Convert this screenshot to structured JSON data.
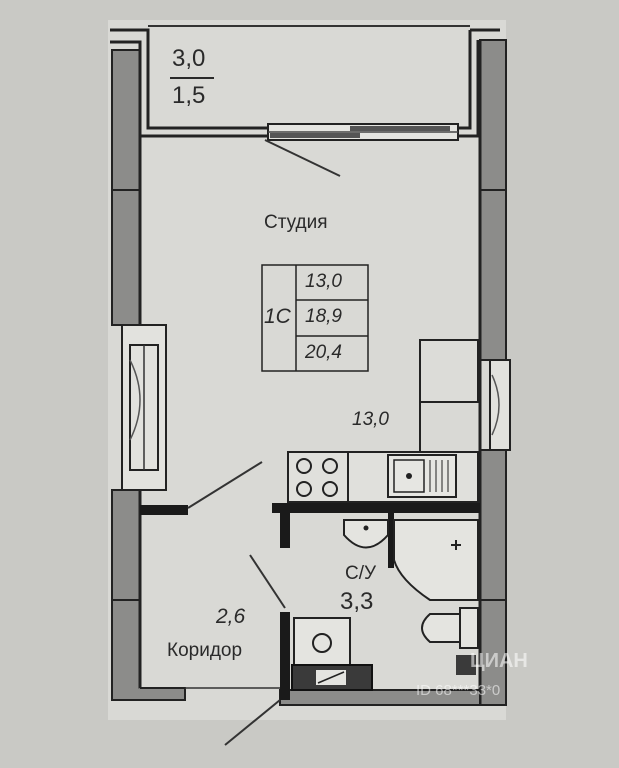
{
  "balcony": {
    "dim_top": "3,0",
    "dim_bottom": "1,5"
  },
  "studio": {
    "name": "Студия",
    "area": "13,0"
  },
  "summary": {
    "type": "1С",
    "living": "13,0",
    "total": "18,9",
    "total_with_balcony": "20,4"
  },
  "corridor": {
    "name": "Коридор",
    "area": "2,6"
  },
  "bathroom": {
    "name": "С/У",
    "area": "3,3"
  },
  "watermark": {
    "brand": "ЦИАН",
    "listing_id": "ID 68***33*0"
  },
  "colors": {
    "paper": "#d8d8d4",
    "wall": "#8a8a88",
    "wall_dark": "#3a3a3a",
    "line": "#1a1a1a"
  }
}
